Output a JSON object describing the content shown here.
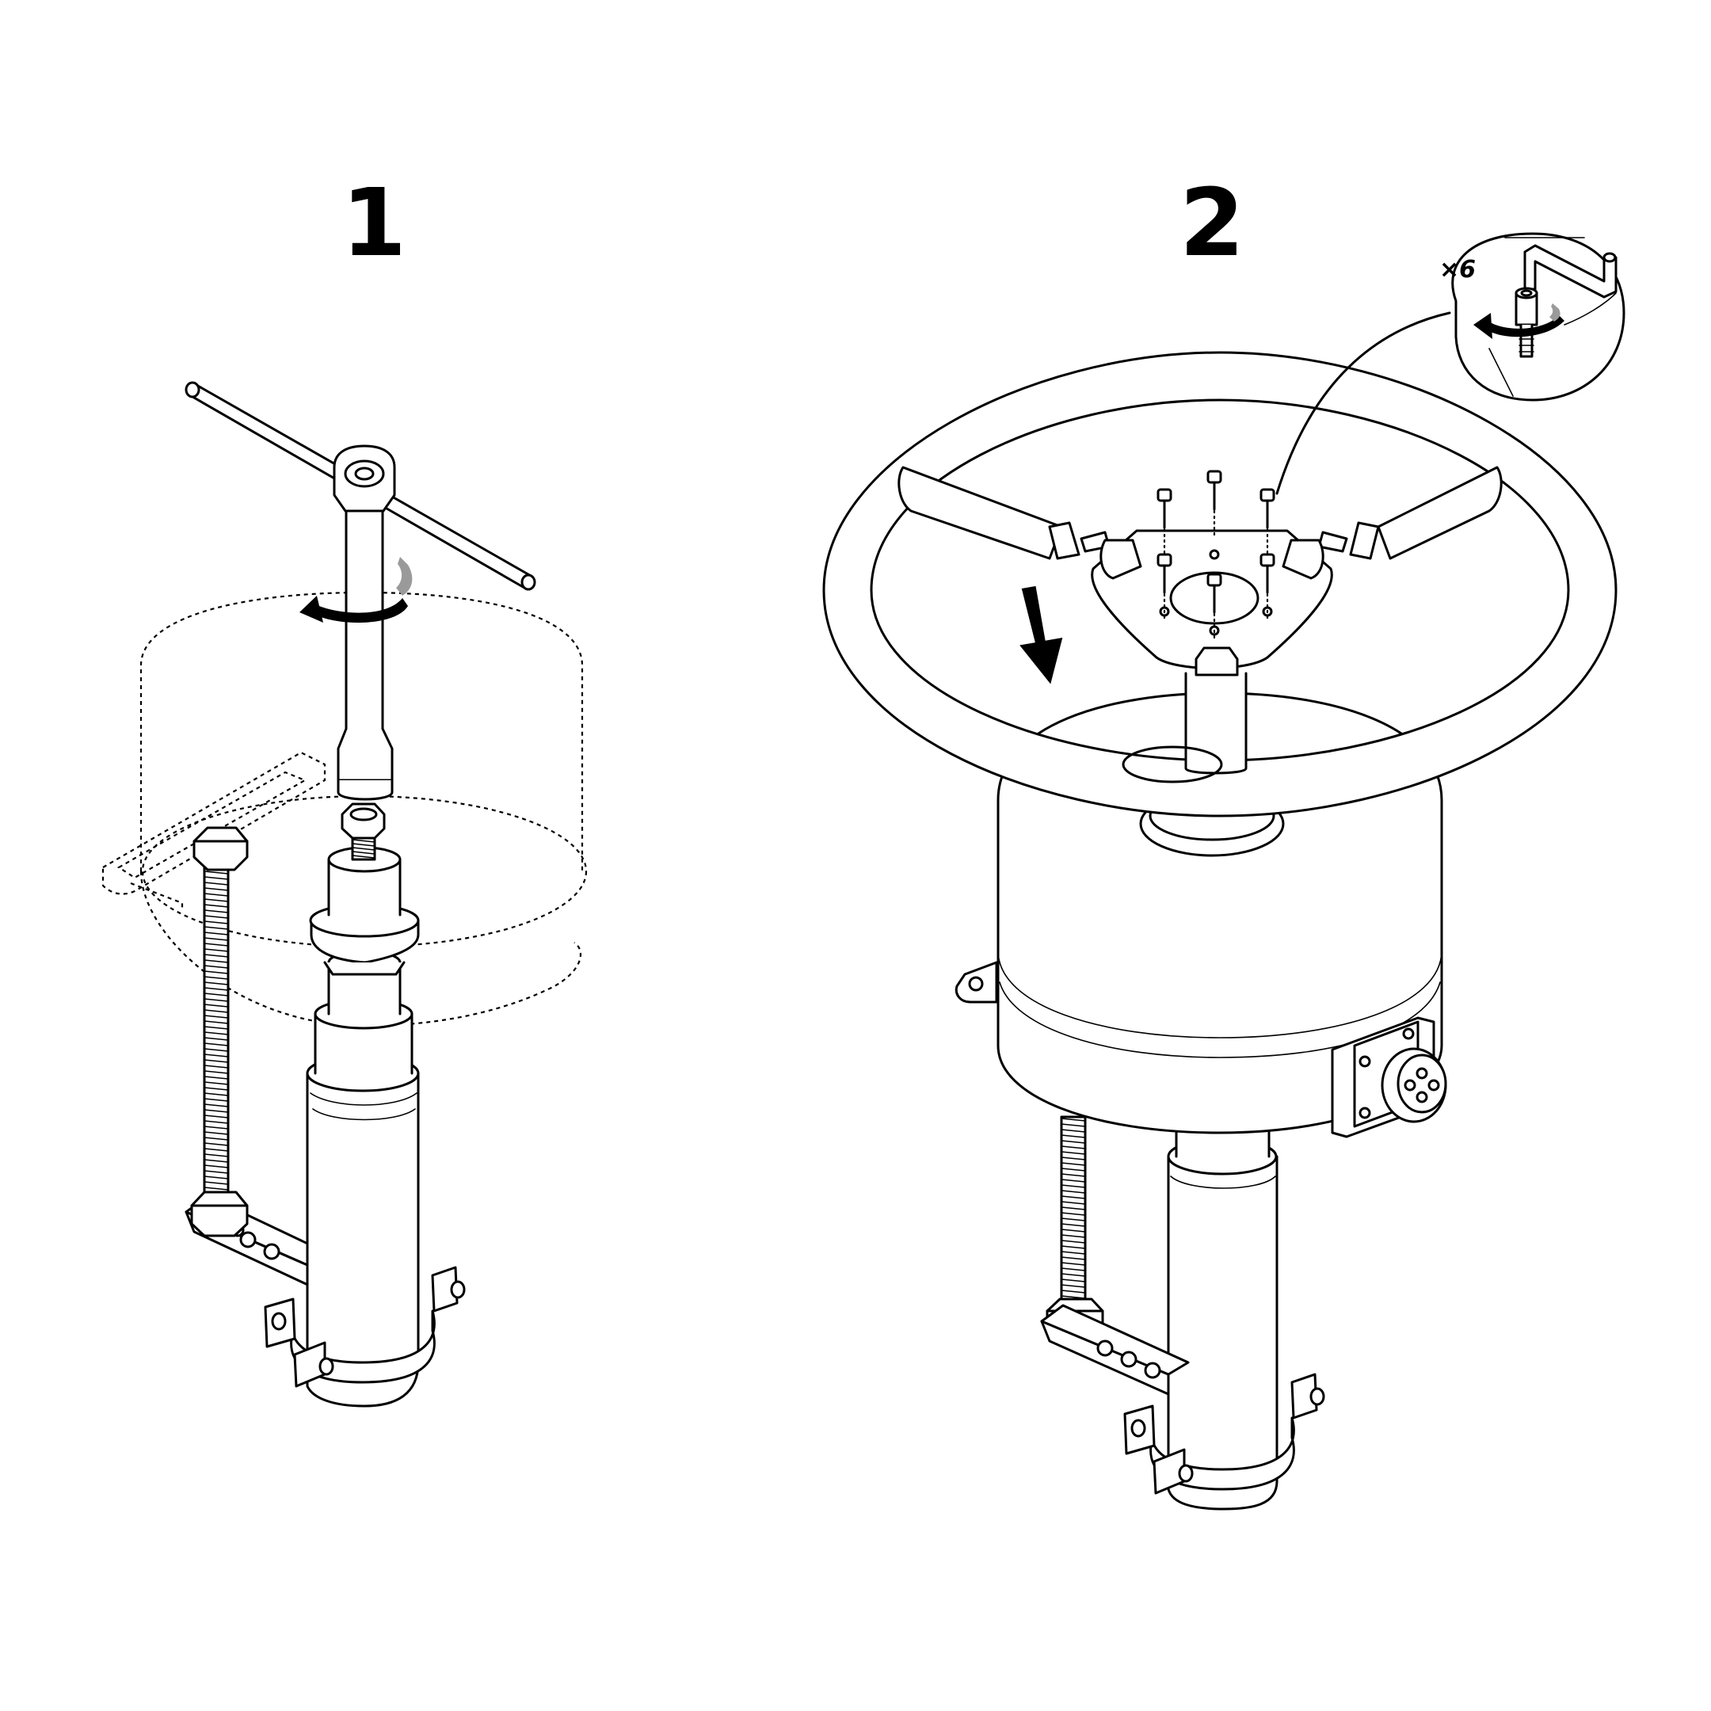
{
  "steps": [
    {
      "number": "1"
    },
    {
      "number": "2"
    }
  ],
  "detail": {
    "quantity": "×6"
  },
  "icons": [
    "rotate-arrow-icon",
    "down-arrow-icon",
    "hex-key-icon"
  ]
}
